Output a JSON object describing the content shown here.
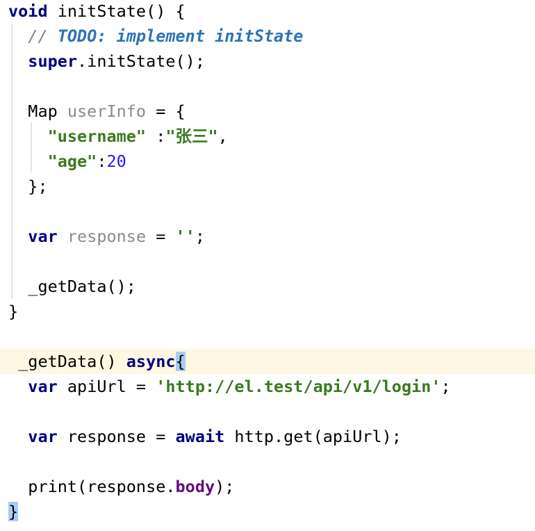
{
  "code_lines": [
    {
      "tokens": [
        {
          "t": "void",
          "c": "kw"
        },
        {
          "t": " initState() {",
          "c": ""
        }
      ]
    },
    {
      "tokens": [
        {
          "t": "  // ",
          "c": "cm"
        },
        {
          "t": "TODO: implement initState",
          "c": "todo"
        }
      ]
    },
    {
      "tokens": [
        {
          "t": "  ",
          "c": ""
        },
        {
          "t": "super",
          "c": "kw"
        },
        {
          "t": ".initState();",
          "c": ""
        }
      ]
    },
    {
      "tokens": []
    },
    {
      "tokens": [
        {
          "t": "  Map ",
          "c": ""
        },
        {
          "t": "userInfo",
          "c": "unused"
        },
        {
          "t": " = {",
          "c": ""
        }
      ]
    },
    {
      "tokens": [
        {
          "t": "    ",
          "c": ""
        },
        {
          "t": "\"username\"",
          "c": "str"
        },
        {
          "t": " :",
          "c": ""
        },
        {
          "t": "\"张三\"",
          "c": "str"
        },
        {
          "t": ",",
          "c": ""
        }
      ]
    },
    {
      "tokens": [
        {
          "t": "    ",
          "c": ""
        },
        {
          "t": "\"age\"",
          "c": "str"
        },
        {
          "t": ":",
          "c": ""
        },
        {
          "t": "20",
          "c": "num"
        }
      ]
    },
    {
      "tokens": [
        {
          "t": "  };",
          "c": ""
        }
      ]
    },
    {
      "tokens": []
    },
    {
      "tokens": [
        {
          "t": "  ",
          "c": ""
        },
        {
          "t": "var",
          "c": "kw"
        },
        {
          "t": " ",
          "c": ""
        },
        {
          "t": "response",
          "c": "unused"
        },
        {
          "t": " = ",
          "c": ""
        },
        {
          "t": "''",
          "c": "str"
        },
        {
          "t": ";",
          "c": ""
        }
      ]
    },
    {
      "tokens": []
    },
    {
      "tokens": [
        {
          "t": "  _getData();",
          "c": ""
        }
      ]
    },
    {
      "tokens": [
        {
          "t": "}",
          "c": ""
        }
      ]
    },
    {
      "tokens": []
    },
    {
      "highlight": true,
      "tokens": [
        {
          "t": " _getData() ",
          "c": ""
        },
        {
          "t": "async",
          "c": "kw"
        },
        {
          "t": "{",
          "c": "brace-match"
        }
      ]
    },
    {
      "tokens": [
        {
          "t": "  ",
          "c": ""
        },
        {
          "t": "var",
          "c": "kw"
        },
        {
          "t": " apiUrl = ",
          "c": ""
        },
        {
          "t": "'http://el.test/api/v1/login'",
          "c": "str"
        },
        {
          "t": ";",
          "c": ""
        }
      ]
    },
    {
      "tokens": []
    },
    {
      "tokens": [
        {
          "t": "  ",
          "c": ""
        },
        {
          "t": "var",
          "c": "kw"
        },
        {
          "t": " response = ",
          "c": ""
        },
        {
          "t": "await",
          "c": "kw"
        },
        {
          "t": " http.get(apiUrl);",
          "c": ""
        }
      ]
    },
    {
      "tokens": []
    },
    {
      "tokens": [
        {
          "t": "  print(response.",
          "c": ""
        },
        {
          "t": "body",
          "c": "fld"
        },
        {
          "t": ");",
          "c": ""
        }
      ]
    },
    {
      "tokens": [
        {
          "t": "}",
          "c": "brace-match"
        }
      ]
    }
  ]
}
